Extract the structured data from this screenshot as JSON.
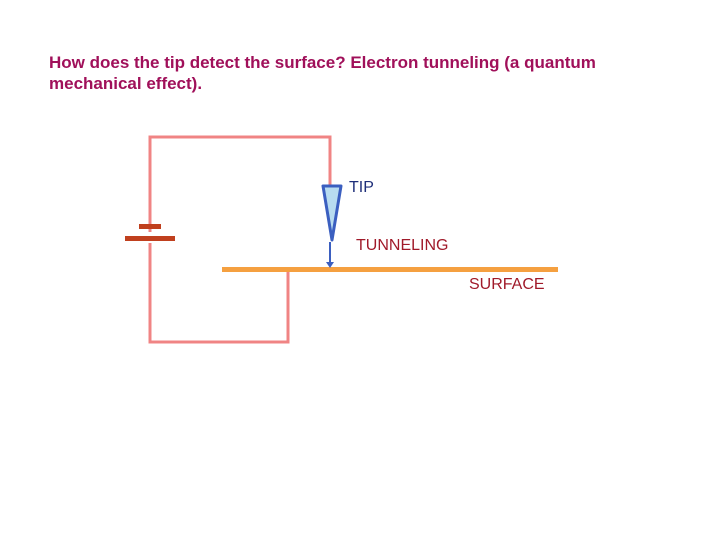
{
  "question": "How does the tip detect the surface?  Electron tunneling (a quantum mechanical effect).",
  "labels": {
    "tip": "TIP",
    "tunneling": "TUNNELING",
    "surface": "SURFACE"
  },
  "colors": {
    "question_text": "#a0105a",
    "wire": "#f08484",
    "battery": "#c0401e",
    "tip_fill": "#b8dcf0",
    "tip_edge": "#3b5fc0",
    "tip_label": "#1f2f7a",
    "tunneling_label": "#a01a2a",
    "surface": "#f5a040",
    "surface_label": "#a01a2a"
  }
}
